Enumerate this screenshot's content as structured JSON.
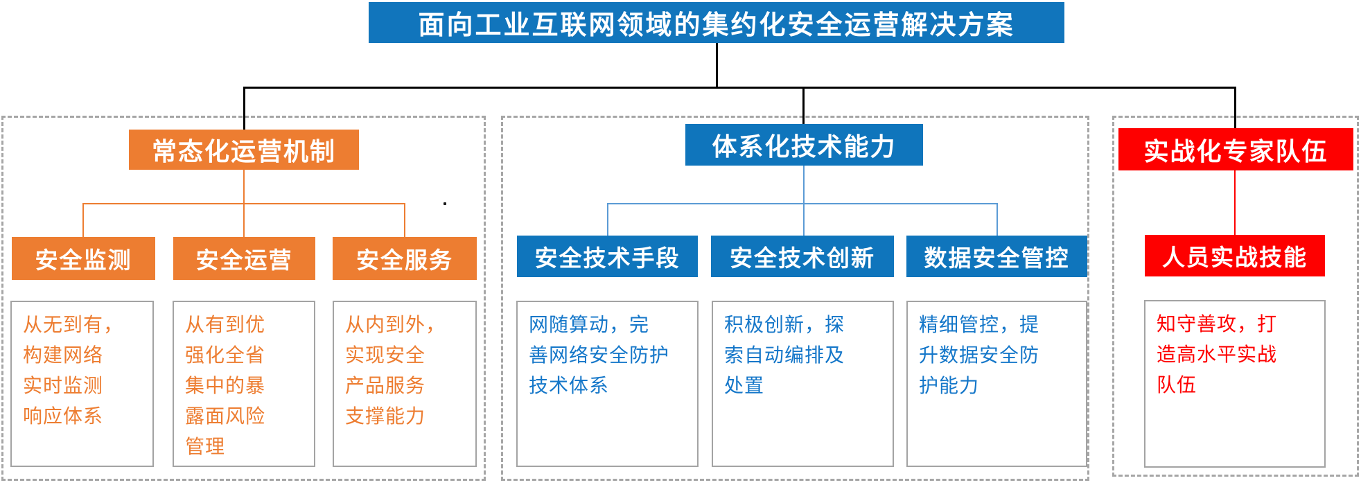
{
  "title": "面向工业互联网领域的集约化安全运营解决方案",
  "colors": {
    "title_bg": "#1175BC",
    "operations_accent": "#ED7D31",
    "technology_accent": "#0F75BC",
    "technology_connector": "#5B9BD5",
    "experts_accent": "#FE0000",
    "connector_black": "#000000",
    "container_border": "#A6A6A6",
    "desc_border": "#A3A3A3"
  },
  "sections": [
    {
      "id": "operations",
      "header": "常态化运营机制",
      "children": [
        {
          "label": "安全监测",
          "desc": "从无到有，\n构建网络\n实时监测\n响应体系"
        },
        {
          "label": "安全运营",
          "desc": "从有到优\n强化全省\n集中的暴\n露面风险\n管理"
        },
        {
          "label": "安全服务",
          "desc": "从内到外，\n实现安全\n产品服务\n支撑能力"
        }
      ]
    },
    {
      "id": "technology",
      "header": "体系化技术能力",
      "children": [
        {
          "label": "安全技术手段",
          "desc": "网随算动，完\n善网络安全防护\n技术体系"
        },
        {
          "label": "安全技术创新",
          "desc": "积极创新，探\n索自动编排及\n处置"
        },
        {
          "label": "数据安全管控",
          "desc": "精细管控，提\n升数据安全防\n护能力"
        }
      ]
    },
    {
      "id": "experts",
      "header": "实战化专家队伍",
      "children": [
        {
          "label": "人员实战技能",
          "desc": "知守善攻，打\n造高水平实战\n队伍"
        }
      ]
    }
  ]
}
